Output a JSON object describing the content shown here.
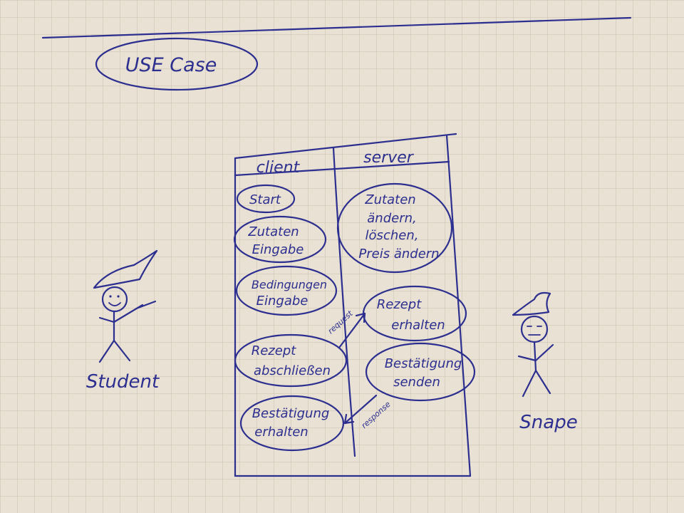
{
  "title": "USE Case",
  "lanes": {
    "client": "client",
    "server": "server"
  },
  "client_cases": {
    "start": "Start",
    "zutaten_1": "Zutaten",
    "zutaten_2": "Eingabe",
    "bedingungen_1": "Bedingungen",
    "bedingungen_2": "Eingabe",
    "rezept_1": "Rezept",
    "rezept_2": "abschließen",
    "bestaetigung_1": "Bestätigung",
    "bestaetigung_2": "erhalten"
  },
  "server_cases": {
    "zutaten_1": "Zutaten",
    "zutaten_2": "ändern,",
    "zutaten_3": "löschen,",
    "zutaten_4": "Preis ändern",
    "rezept_1": "Rezept",
    "rezept_2": "erhalten",
    "bestaetigung_1": "Bestätigung",
    "bestaetigung_2": "senden"
  },
  "arrows": {
    "request": "request",
    "response": "response"
  },
  "actors": {
    "student": "Student",
    "snape": "Snape"
  },
  "colors": {
    "ink": "#2c2f8f",
    "paper": "#e9e1d3",
    "grid": "#c9bfae"
  }
}
